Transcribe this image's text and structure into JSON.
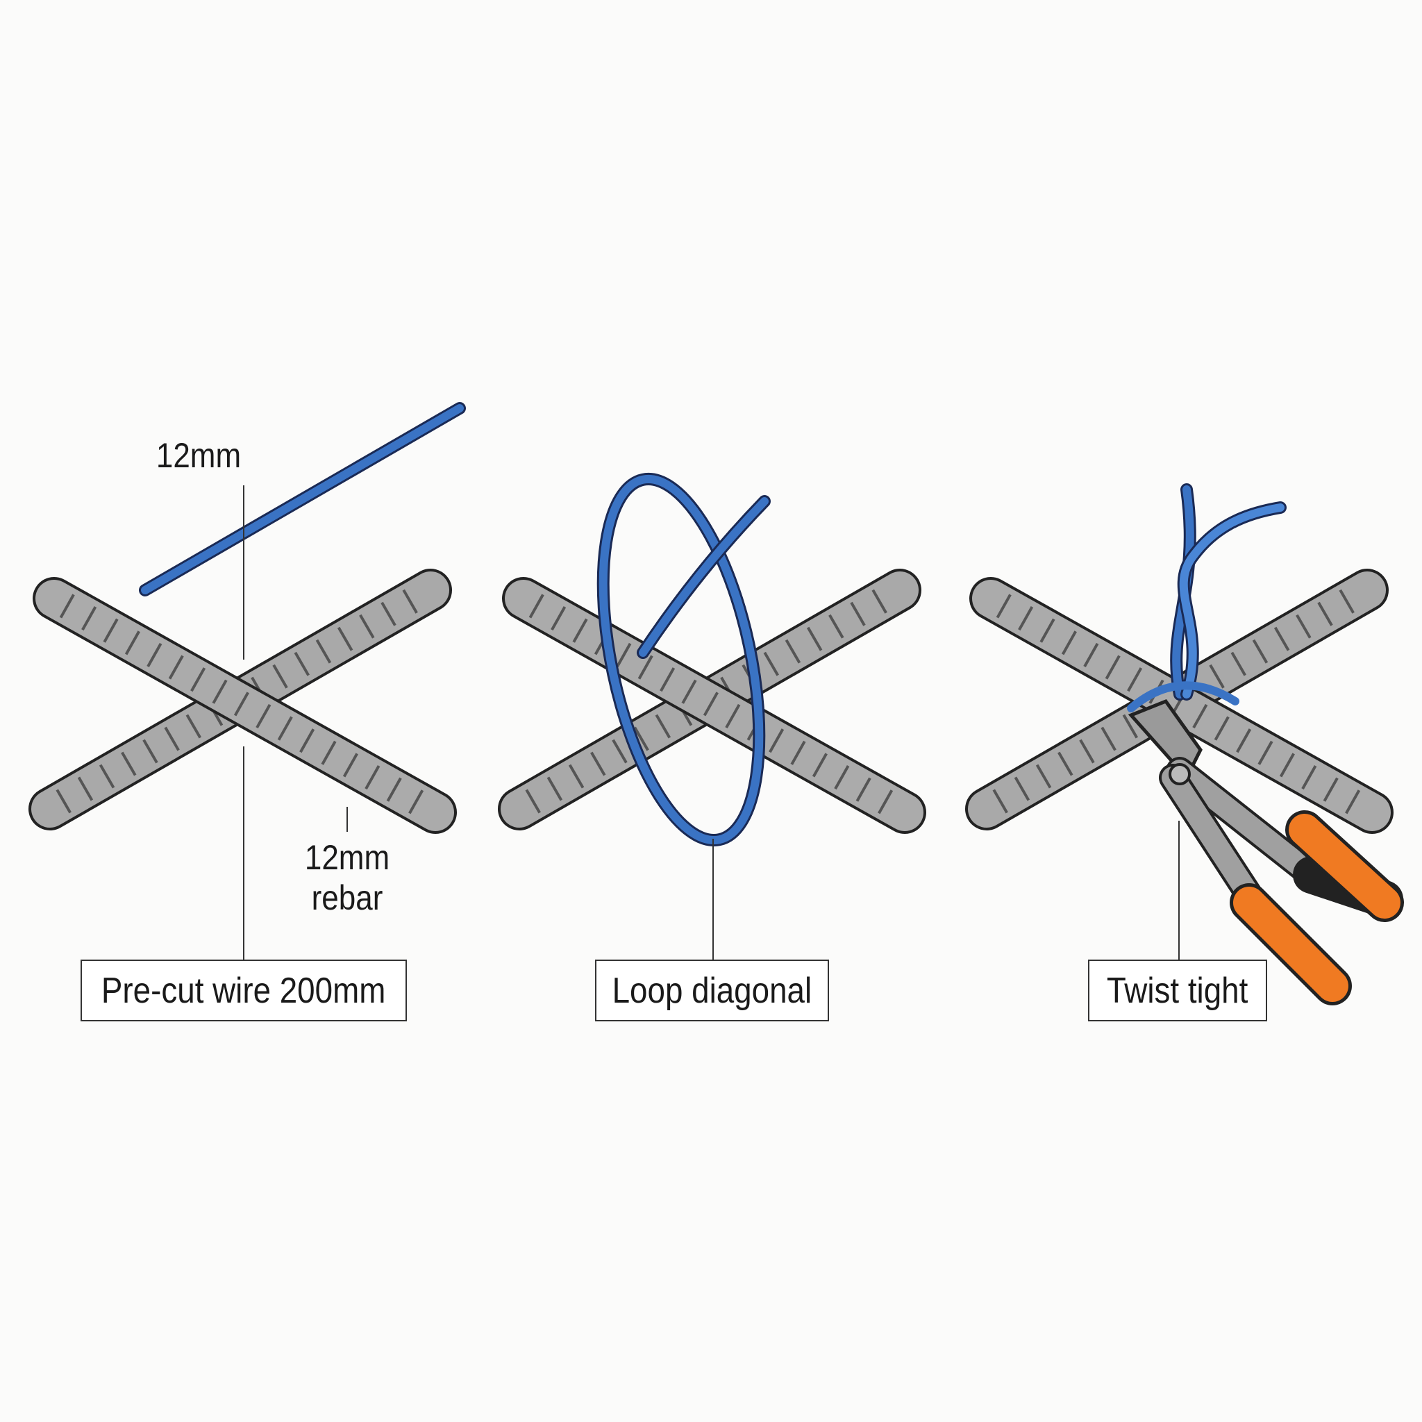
{
  "steps": [
    {
      "label": "Pre-cut wire 200mm"
    },
    {
      "label": "Loop diagonal"
    },
    {
      "label": "Twist tight"
    }
  ],
  "annotations": {
    "wire_size": "12mm",
    "rebar_size_line1": "12mm",
    "rebar_size_line2": "rebar"
  },
  "colors": {
    "rebar": "#a9a9a9",
    "wire": "#3a73c4",
    "plier_handle": "#f07a22",
    "outline": "#222222"
  }
}
